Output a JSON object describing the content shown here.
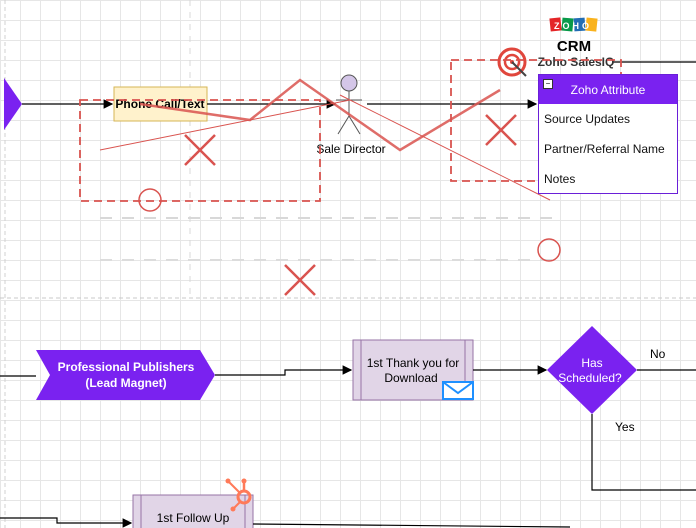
{
  "nodes": {
    "phone_call": "Phone Call/Text",
    "sale_director": "Sale Director",
    "zoho_crm_logo": "ZOHO",
    "zoho_crm": "CRM",
    "zoho_salesiq": "Zoho SalesIQ",
    "professional_publishers_line1": "Professional Publishers",
    "professional_publishers_line2": "(Lead Magnet)",
    "thank_you_line1": "1st Thank you for",
    "thank_you_line2": "Download",
    "has_scheduled_line1": "Has",
    "has_scheduled_line2": "Scheduled?",
    "follow_up": "1st Follow Up"
  },
  "zoho_attribute": {
    "title": "Zoho Attribute",
    "collapse_glyph": "−",
    "rows": [
      "Source Updates",
      "Partner/Referral Name",
      "Notes"
    ]
  },
  "edge_labels": {
    "no": "No",
    "yes": "Yes"
  },
  "colors": {
    "purple": "#7a22f0",
    "phone_fill": "#fff2cc",
    "phone_border": "#d6b656",
    "process_fill": "#e1d5e7",
    "process_border": "#9673a6",
    "red_mark": "#d9534f",
    "hubspot": "#ff7a59",
    "mail_blue": "#1e90ff"
  },
  "icons": {
    "actor": "user-actor-icon",
    "salesiq": "salesiq-target-icon",
    "mail": "envelope-icon",
    "hubspot": "hubspot-icon"
  }
}
